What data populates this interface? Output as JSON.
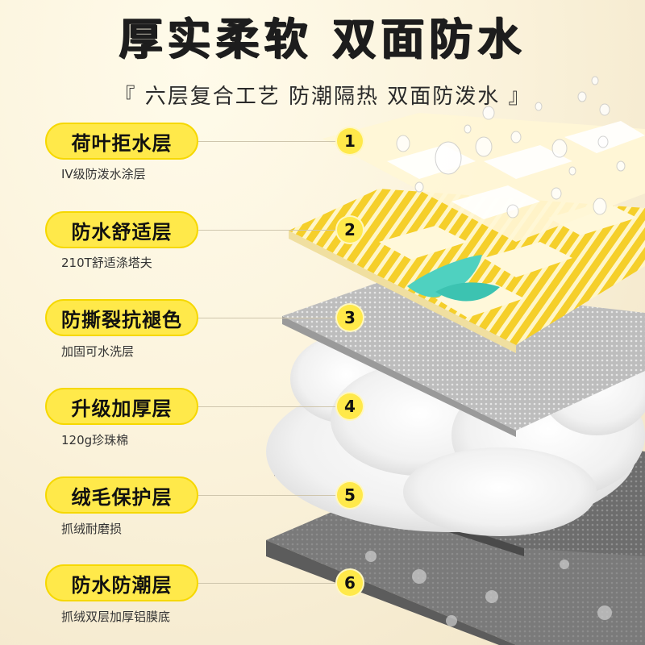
{
  "title": "厚实柔软 双面防水",
  "subtitle": "『 六层复合工艺 防潮隔热 双面防泼水 』",
  "layers": [
    {
      "number": "1",
      "name": "荷叶拒水层",
      "desc": "IV级防泼水涂层"
    },
    {
      "number": "2",
      "name": "防水舒适层",
      "desc": "210T舒适涤塔夫"
    },
    {
      "number": "3",
      "name": "防撕裂抗褪色",
      "desc": "加固可水洗层"
    },
    {
      "number": "4",
      "name": "升级加厚层",
      "desc": "120g珍珠棉"
    },
    {
      "number": "5",
      "name": "绒毛保护层",
      "desc": "抓绒耐磨损"
    },
    {
      "number": "6",
      "name": "防水防潮层",
      "desc": "抓绒双层加厚铝膜底"
    }
  ],
  "colors": {
    "accent": "#ffe94a",
    "text": "#1d1d1d",
    "mint": "#4fd1c0"
  }
}
